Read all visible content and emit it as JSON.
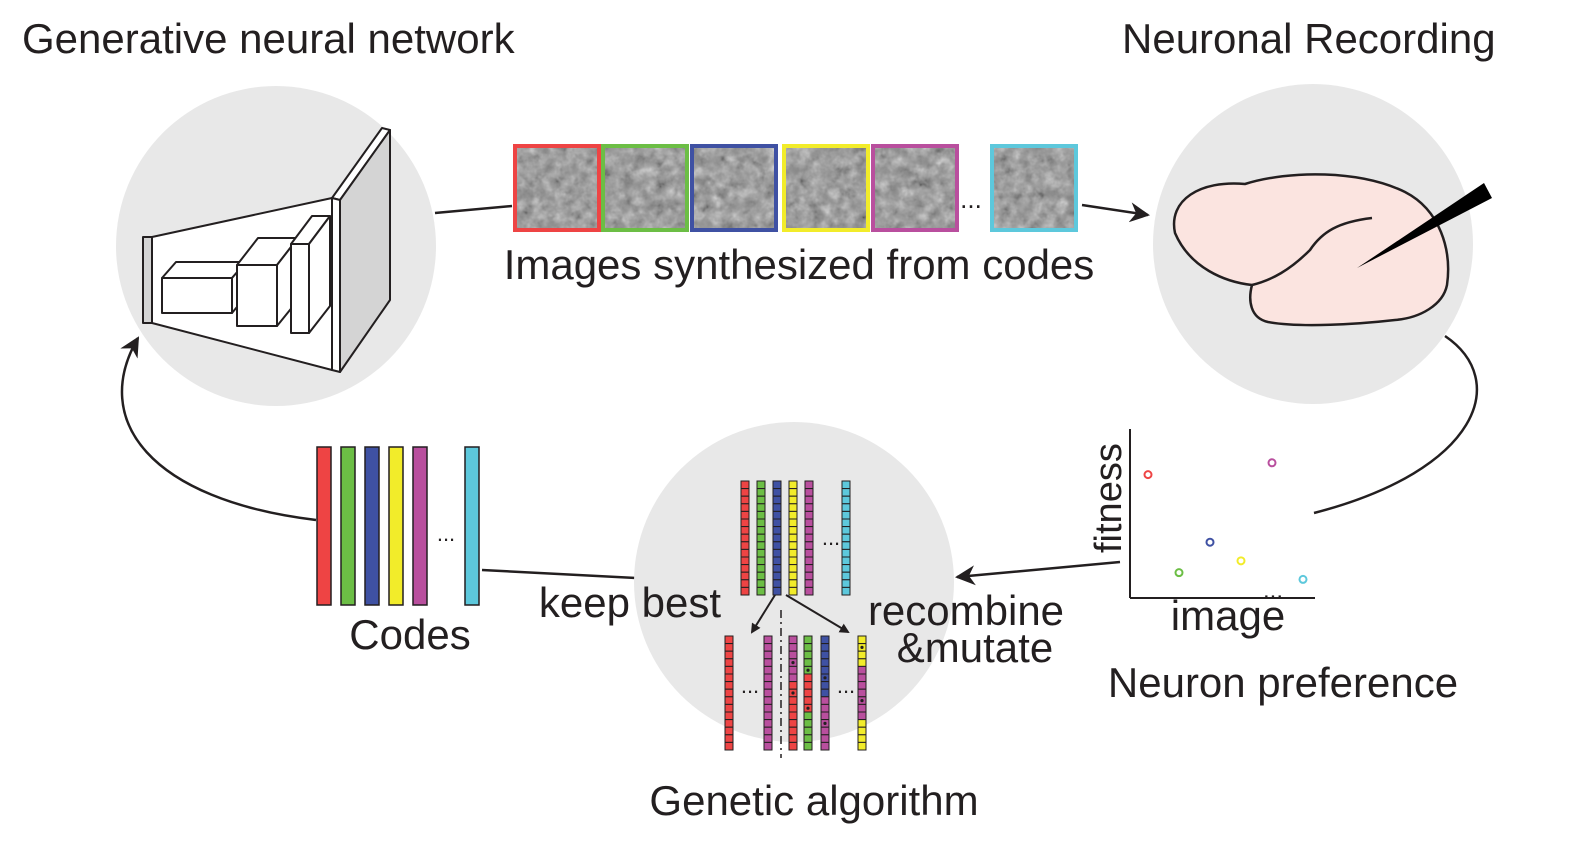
{
  "labels": {
    "generative_network": "Generative neural network",
    "neuronal_recording": "Neuronal Recording",
    "images_synthesized": "Images synthesized from codes",
    "codes": "Codes",
    "keep_best": "keep best",
    "recombine": "recombine",
    "mutate": "&mutate",
    "genetic_algorithm": "Genetic algorithm",
    "neuron_preference": "Neuron preference",
    "axis_fitness": "fitness",
    "axis_image": "image",
    "ellipsis": "..."
  },
  "colors": {
    "red": "#ee4444",
    "green": "#6cbe45",
    "blue": "#3f51a3",
    "yellow": "#f2ec2a",
    "magenta": "#b94f9e",
    "cyan": "#5dc8dc",
    "circle_bg": "#e8e8e8",
    "brain_fill": "#fbe4e0",
    "ink": "#231f20"
  },
  "image_strip": {
    "frame_colors": [
      "red",
      "green",
      "blue",
      "yellow",
      "magenta",
      "cyan"
    ]
  },
  "codes": {
    "colors": [
      "red",
      "green",
      "blue",
      "yellow",
      "magenta",
      "cyan"
    ]
  },
  "genetic_algorithm": {
    "population_colors": [
      "red",
      "green",
      "blue",
      "yellow",
      "magenta",
      "cyan"
    ],
    "kept_colors": [
      "red",
      "magenta"
    ],
    "offspring_colors": [
      "magenta",
      "red",
      "green",
      "blue",
      "yellow"
    ]
  },
  "chart_data": {
    "type": "scatter",
    "xlabel": "image",
    "ylabel": "fitness",
    "series": [
      {
        "color": "red",
        "x": 1,
        "y": 0.73
      },
      {
        "color": "green",
        "x": 2,
        "y": 0.15
      },
      {
        "color": "blue",
        "x": 3,
        "y": 0.33
      },
      {
        "color": "yellow",
        "x": 4,
        "y": 0.22
      },
      {
        "color": "magenta",
        "x": 5,
        "y": 0.8
      },
      {
        "color": "cyan",
        "x": 6,
        "y": 0.11
      }
    ]
  }
}
